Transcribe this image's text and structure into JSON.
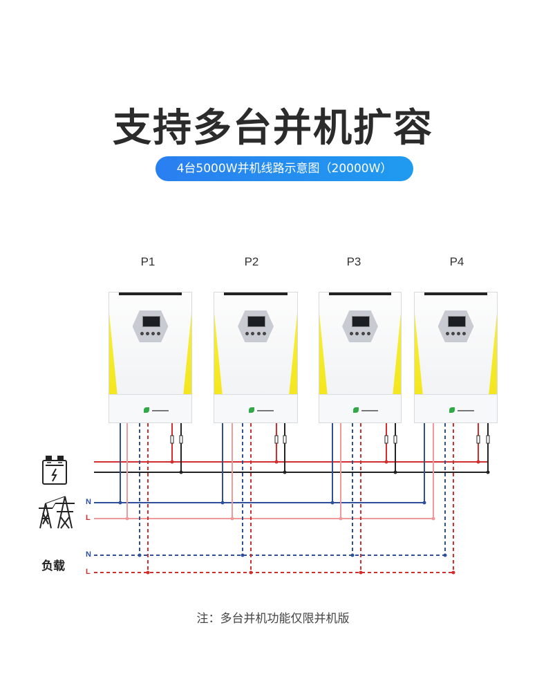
{
  "title": "支持多台并机扩容",
  "subtitle": "4台5000W并机线路示意图（20000W）",
  "units": [
    "P1",
    "P2",
    "P3",
    "P4"
  ],
  "grid_labels": {
    "n": "N",
    "l": "L"
  },
  "load": {
    "label": "负载",
    "n": "N",
    "l": "L"
  },
  "note": "注：多台并机功能仅限并机版",
  "colors": {
    "pill": "#2180f0",
    "battery_pos": "#d42d2d",
    "battery_neg": "#222222",
    "grid_n": "#2d4f9a",
    "grid_l": "#ef9a9a",
    "load_n": "#2d4f9a",
    "load_l": "#d42d2d"
  },
  "icons": {
    "battery": "battery-icon",
    "pylon": "power-pylon-icon"
  }
}
